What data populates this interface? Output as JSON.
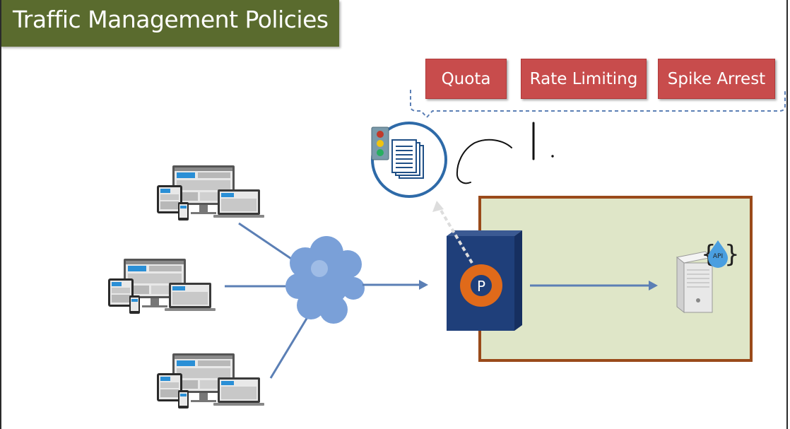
{
  "title": "Traffic Management Policies",
  "policies": [
    "Quota",
    "Rate Limiting",
    "Spike Arrest"
  ],
  "proxy_label": "P",
  "api_label": "API",
  "colors": {
    "title_bg": "#5a6b2e",
    "policy_bg": "#c84c4c",
    "enclosure_fill": "#dfe6c8",
    "enclosure_border": "#9a4a1a",
    "proxy_box": "#1f3f7a",
    "proxy_circle": "#e06a1a",
    "cloud": "#7aa0d8",
    "arrow": "#5b7fb5",
    "policy_circle": "#2e6aa8"
  },
  "icons": [
    "traffic-light-icon",
    "documents-icon",
    "devices-icon",
    "cloud-icon",
    "server-icon",
    "api-drop-icon"
  ]
}
